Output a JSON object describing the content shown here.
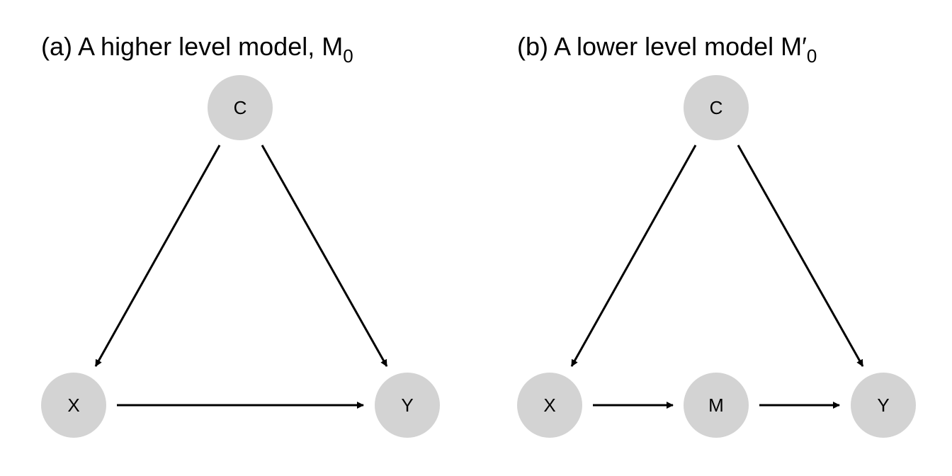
{
  "panels": [
    {
      "title_prefix": "(a) A higher level model, M",
      "title_prime": "",
      "title_subscript": "0",
      "nodes": [
        {
          "id": "C",
          "label": "C"
        },
        {
          "id": "X",
          "label": "X"
        },
        {
          "id": "Y",
          "label": "Y"
        }
      ],
      "edges": [
        {
          "from": "C",
          "to": "X"
        },
        {
          "from": "C",
          "to": "Y"
        },
        {
          "from": "X",
          "to": "Y"
        }
      ]
    },
    {
      "title_prefix": "(b) A lower level model M",
      "title_prime": "′",
      "title_subscript": "0",
      "nodes": [
        {
          "id": "C",
          "label": "C"
        },
        {
          "id": "X",
          "label": "X"
        },
        {
          "id": "M",
          "label": "M"
        },
        {
          "id": "Y",
          "label": "Y"
        }
      ],
      "edges": [
        {
          "from": "C",
          "to": "X"
        },
        {
          "from": "C",
          "to": "Y"
        },
        {
          "from": "X",
          "to": "M"
        },
        {
          "from": "M",
          "to": "Y"
        }
      ]
    }
  ]
}
